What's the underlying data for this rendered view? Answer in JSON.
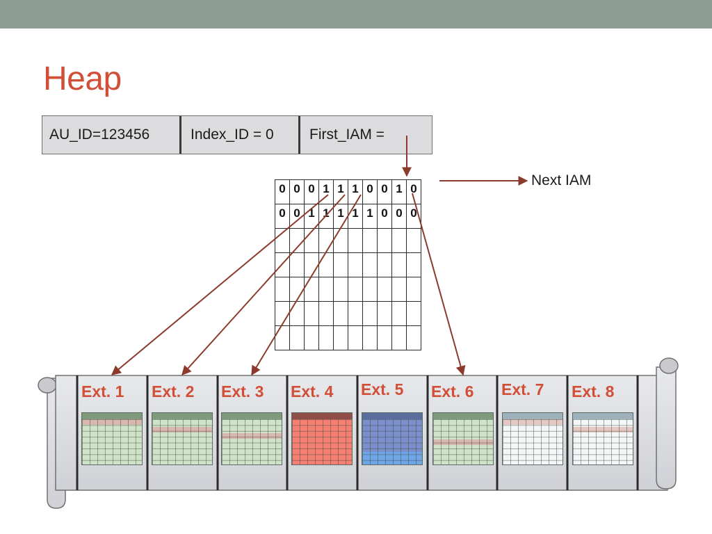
{
  "slide": {
    "title": "Heap"
  },
  "header": {
    "au_id": "AU_ID=123456",
    "index_id": "Index_ID = 0",
    "first_iam": "First_IAM ="
  },
  "iam": {
    "rows": [
      [
        "0",
        "0",
        "0",
        "1",
        "1",
        "1",
        "0",
        "0",
        "1",
        "0"
      ],
      [
        "0",
        "0",
        "1",
        "1",
        "1",
        "1",
        "1",
        "0",
        "0",
        "0"
      ],
      [
        "",
        "",
        "",
        "",
        "",
        "",
        "",
        "",
        "",
        ""
      ],
      [
        "",
        "",
        "",
        "",
        "",
        "",
        "",
        "",
        "",
        ""
      ],
      [
        "",
        "",
        "",
        "",
        "",
        "",
        "",
        "",
        "",
        ""
      ],
      [
        "",
        "",
        "",
        "",
        "",
        "",
        "",
        "",
        "",
        ""
      ],
      [
        "",
        "",
        "",
        "",
        "",
        "",
        "",
        "",
        "",
        ""
      ]
    ],
    "next_label": "Next IAM"
  },
  "extents": [
    {
      "label": "Ext. 1",
      "color": "#cfe3c9",
      "header_color": "#7e9a7a",
      "band_color": "#d8b7ae",
      "band": "top"
    },
    {
      "label": "Ext. 2",
      "color": "#cfe3c9",
      "header_color": "#7e9a7a",
      "band_color": "#d8b7ae",
      "band": "upper"
    },
    {
      "label": "Ext. 3",
      "color": "#cfe3c9",
      "header_color": "#7e9a7a",
      "band_color": "#d8b7ae",
      "band": "middle"
    },
    {
      "label": "Ext. 4",
      "color": "#f47f72",
      "header_color": "#8f4e48",
      "band_color": "#f47f72",
      "band": "none"
    },
    {
      "label": "Ext. 5",
      "color": "#7b8fcc",
      "header_color": "#5a6d9e",
      "band_color": "#6fa6e8",
      "band": "bottom"
    },
    {
      "label": "Ext. 6",
      "color": "#cfe3c9",
      "header_color": "#7e9a7a",
      "band_color": "#d8b7ae",
      "band": "lower"
    },
    {
      "label": "Ext. 7",
      "color": "#f4f7f8",
      "header_color": "#9fb1bb",
      "band_color": "#e5c8c3",
      "band": "top"
    },
    {
      "label": "Ext. 8",
      "color": "#f4f7f8",
      "header_color": "#9fb1bb",
      "band_color": "#e5c8c3",
      "band": "upper"
    }
  ],
  "colors": {
    "accent": "#d14f36",
    "arrow": "#8b3a2b",
    "top_bar": "#8c9c92",
    "scroll": "#dcdde0"
  }
}
